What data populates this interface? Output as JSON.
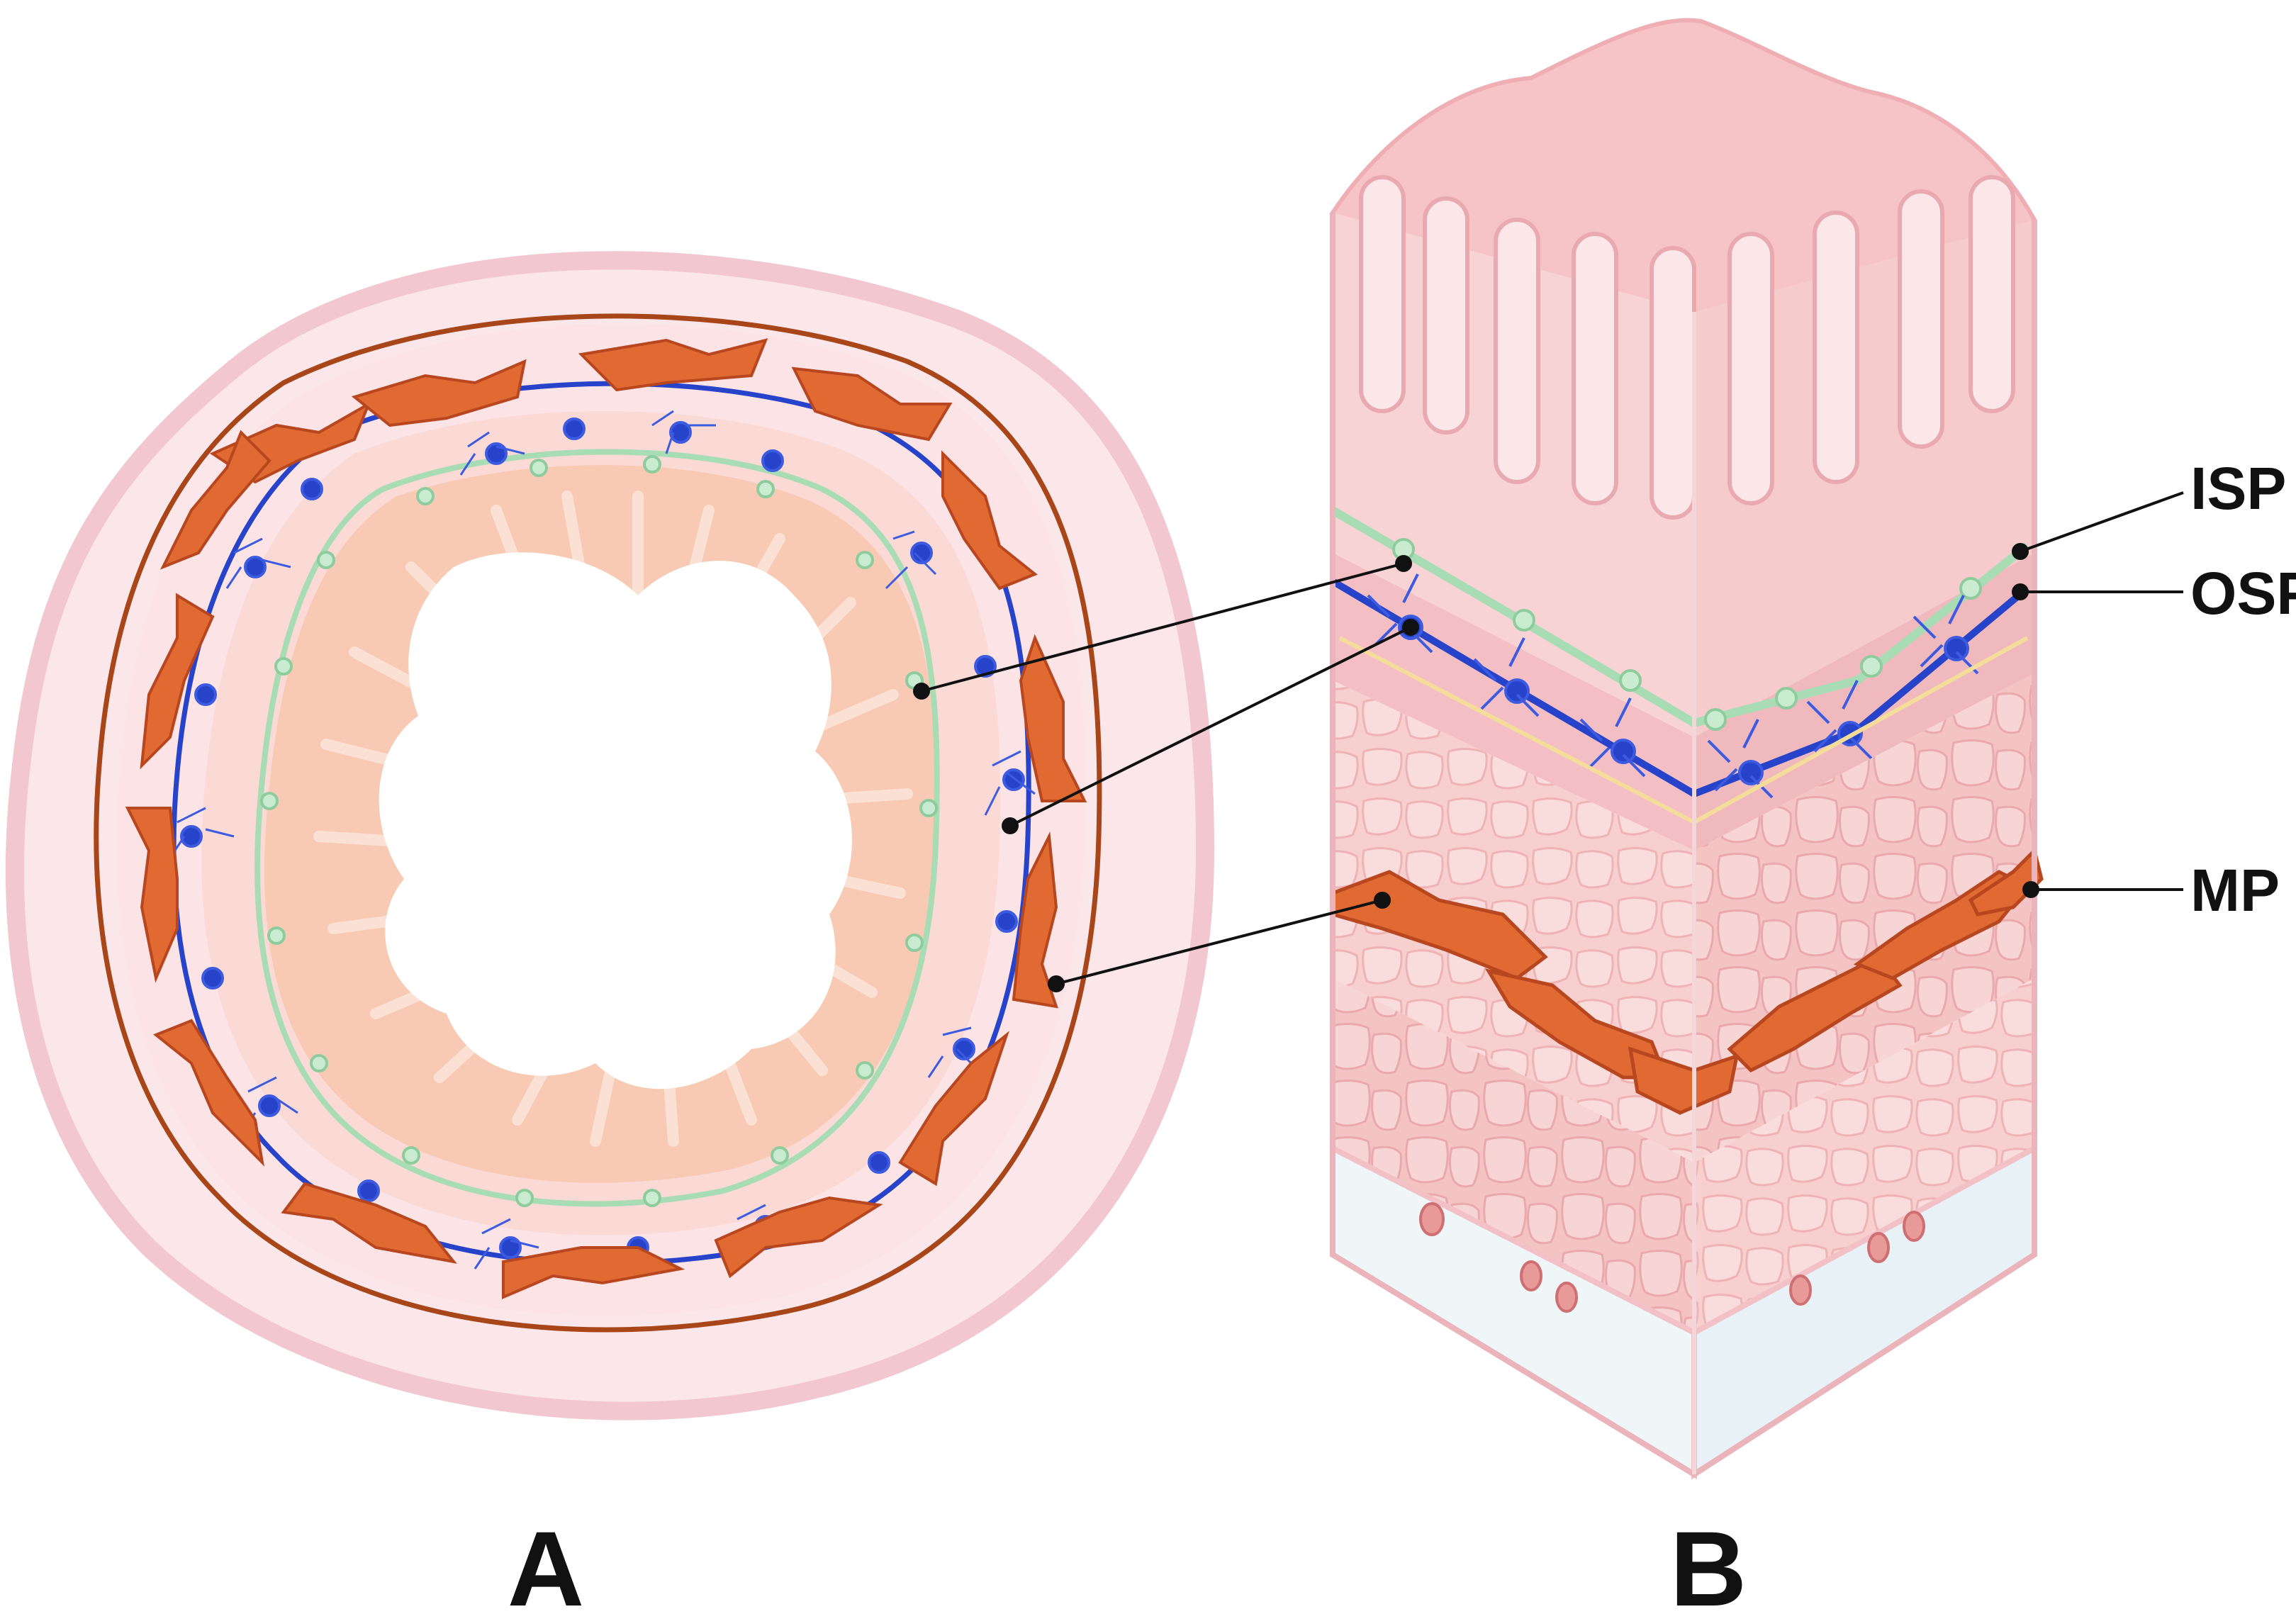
{
  "panels": {
    "a": {
      "letter": "A"
    },
    "b": {
      "letter": "B"
    }
  },
  "labels": {
    "isp": "ISP",
    "osp": "OSP",
    "mp": "MP"
  },
  "colors": {
    "outer_serosa": "#f2c7cf",
    "outer_fill": "#fbe7ea",
    "submucosa": "#fbd9d5",
    "mucosa": "#f8c9b3",
    "mucosa_dark": "#f4b89e",
    "lumen": "#ffffff",
    "muscle_plexus": "#e06a32",
    "muscle_plexus_dark": "#b8461e",
    "osp_blue": "#2743c9",
    "isp_green": "#a8dcb4",
    "leader": "#111111",
    "block_pink": "#f6c7c8",
    "block_light": "#fadbdb"
  }
}
